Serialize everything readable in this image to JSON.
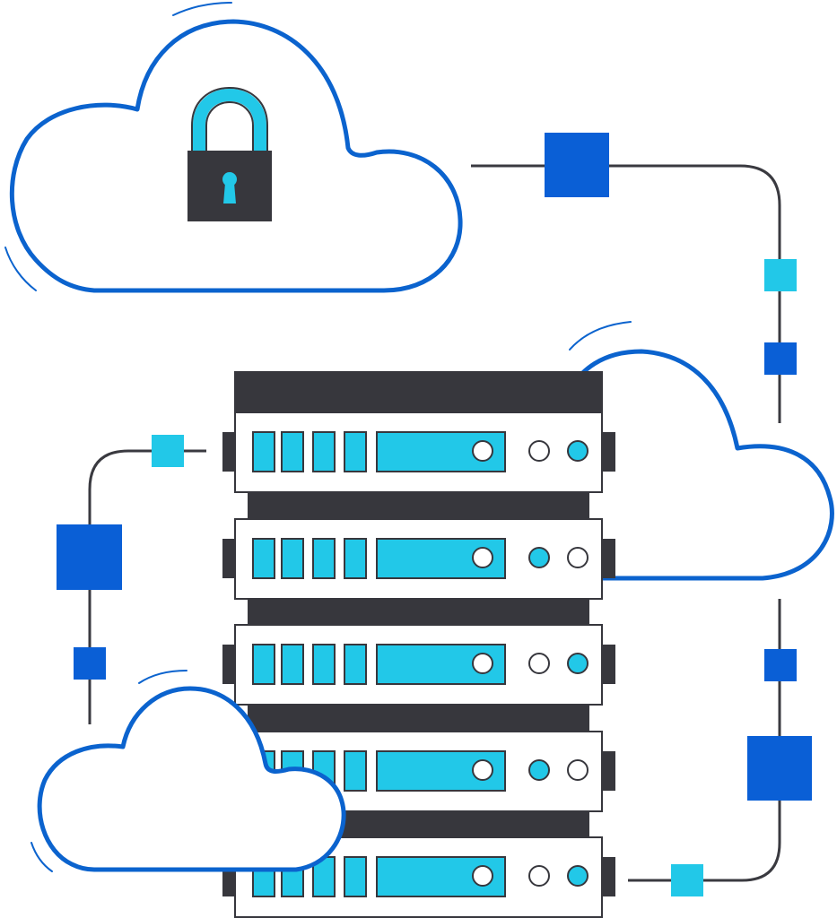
{
  "illustration": {
    "subject": "cloud-server-security",
    "colors": {
      "cloud_outline": "#0b63ce",
      "connector_line": "#3a3a40",
      "dark_block": "#0a5fd6",
      "light_block": "#22c8e8",
      "rack_dark": "#37373d",
      "rack_slot": "#22c8e8",
      "lock_body": "#37373d",
      "lock_shackle": "#22c8e8",
      "background": "#ffffff"
    },
    "icons": [
      "padlock-icon",
      "cloud-icon",
      "server-rack-icon"
    ],
    "server_rack": {
      "unit_count": 5,
      "units": [
        {
          "led_left": "off",
          "led_right": "on"
        },
        {
          "led_left": "on",
          "led_right": "off"
        },
        {
          "led_left": "off",
          "led_right": "on"
        },
        {
          "led_left": "on",
          "led_right": "off"
        },
        {
          "led_left": "off",
          "led_right": "on"
        }
      ]
    }
  }
}
